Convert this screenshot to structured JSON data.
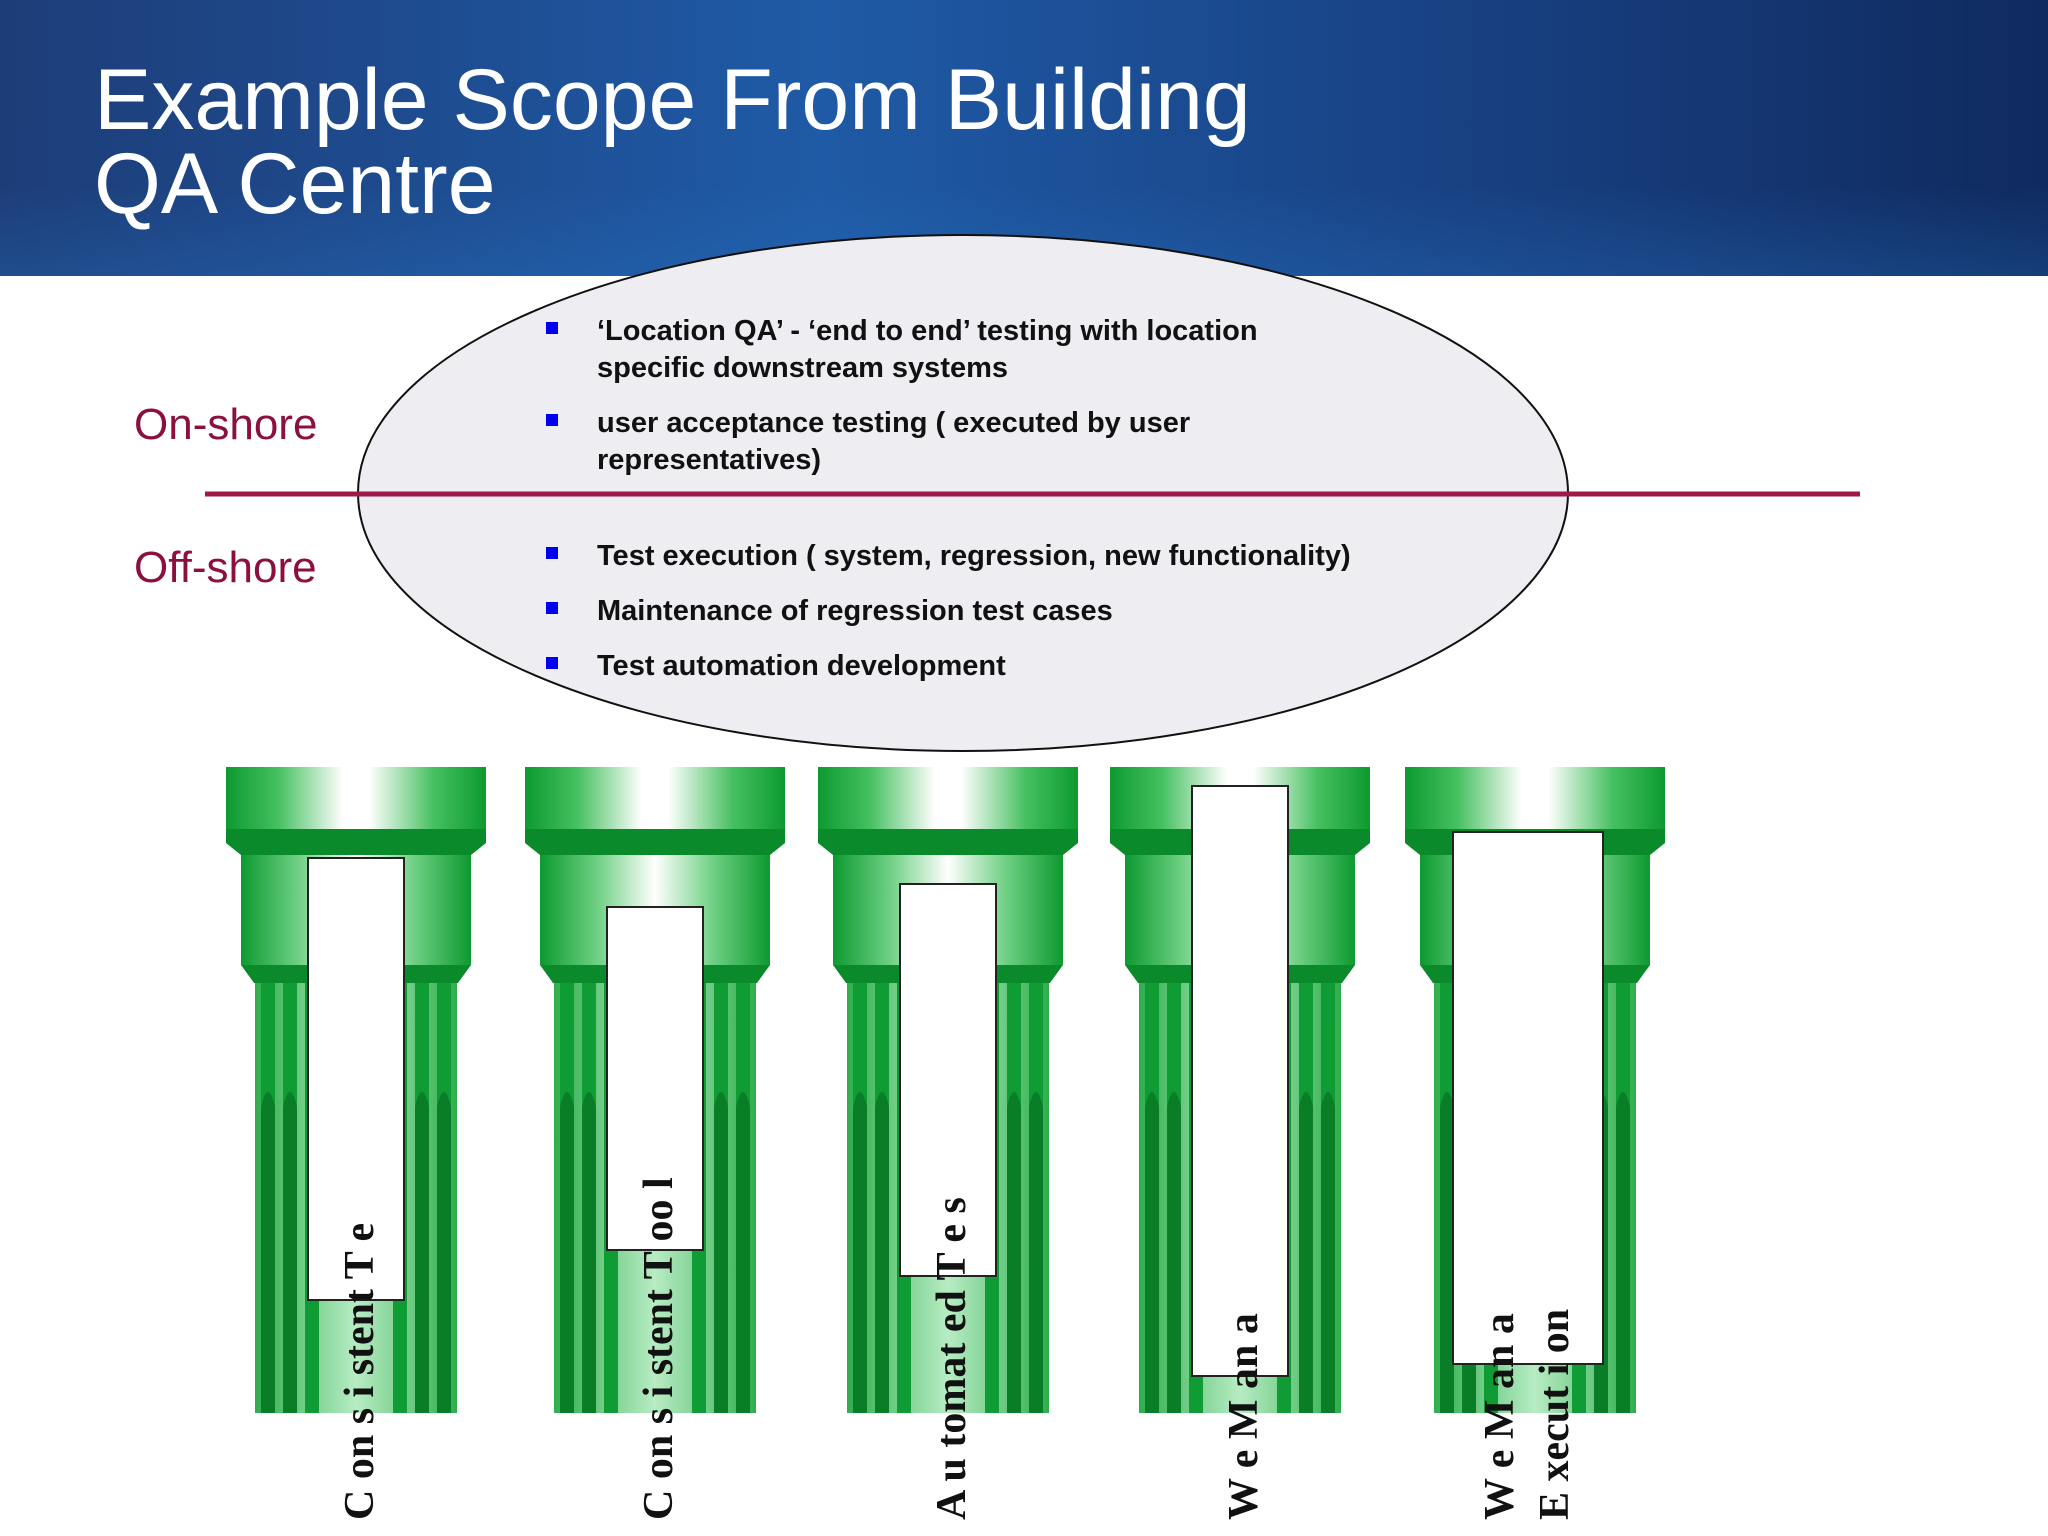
{
  "slide": {
    "title_line1": "Example Scope From Building",
    "title_line2": "QA Centre"
  },
  "onshore_label": "On-shore",
  "offshore_label": "Off-shore",
  "onshore_bullets": [
    {
      "line1": "‘Location QA’ - ‘end to end’ testing with location",
      "line2": "specific downstream systems"
    },
    {
      "line1": "user acceptance testing ( executed by user",
      "line2": "representatives)"
    }
  ],
  "offshore_bullets": [
    "Test execution ( system, regression, new functionality)",
    "Maintenance of regression test cases",
    "Test automation development"
  ],
  "pillars": [
    {
      "caption": "C on s i stent T e"
    },
    {
      "caption": "C on s i stent T oo l"
    },
    {
      "caption": "A u tomat ed T e s"
    },
    {
      "caption": "W e M an a"
    },
    {
      "caption": "W e M an a",
      "caption2": "E xecut i on"
    }
  ],
  "colors": {
    "header_blue": "#1f5aa6",
    "label_red": "#8b1040",
    "divider": "#a01848",
    "pillar_green": "#0f9c35",
    "bullet_blue": "#0000ee"
  }
}
